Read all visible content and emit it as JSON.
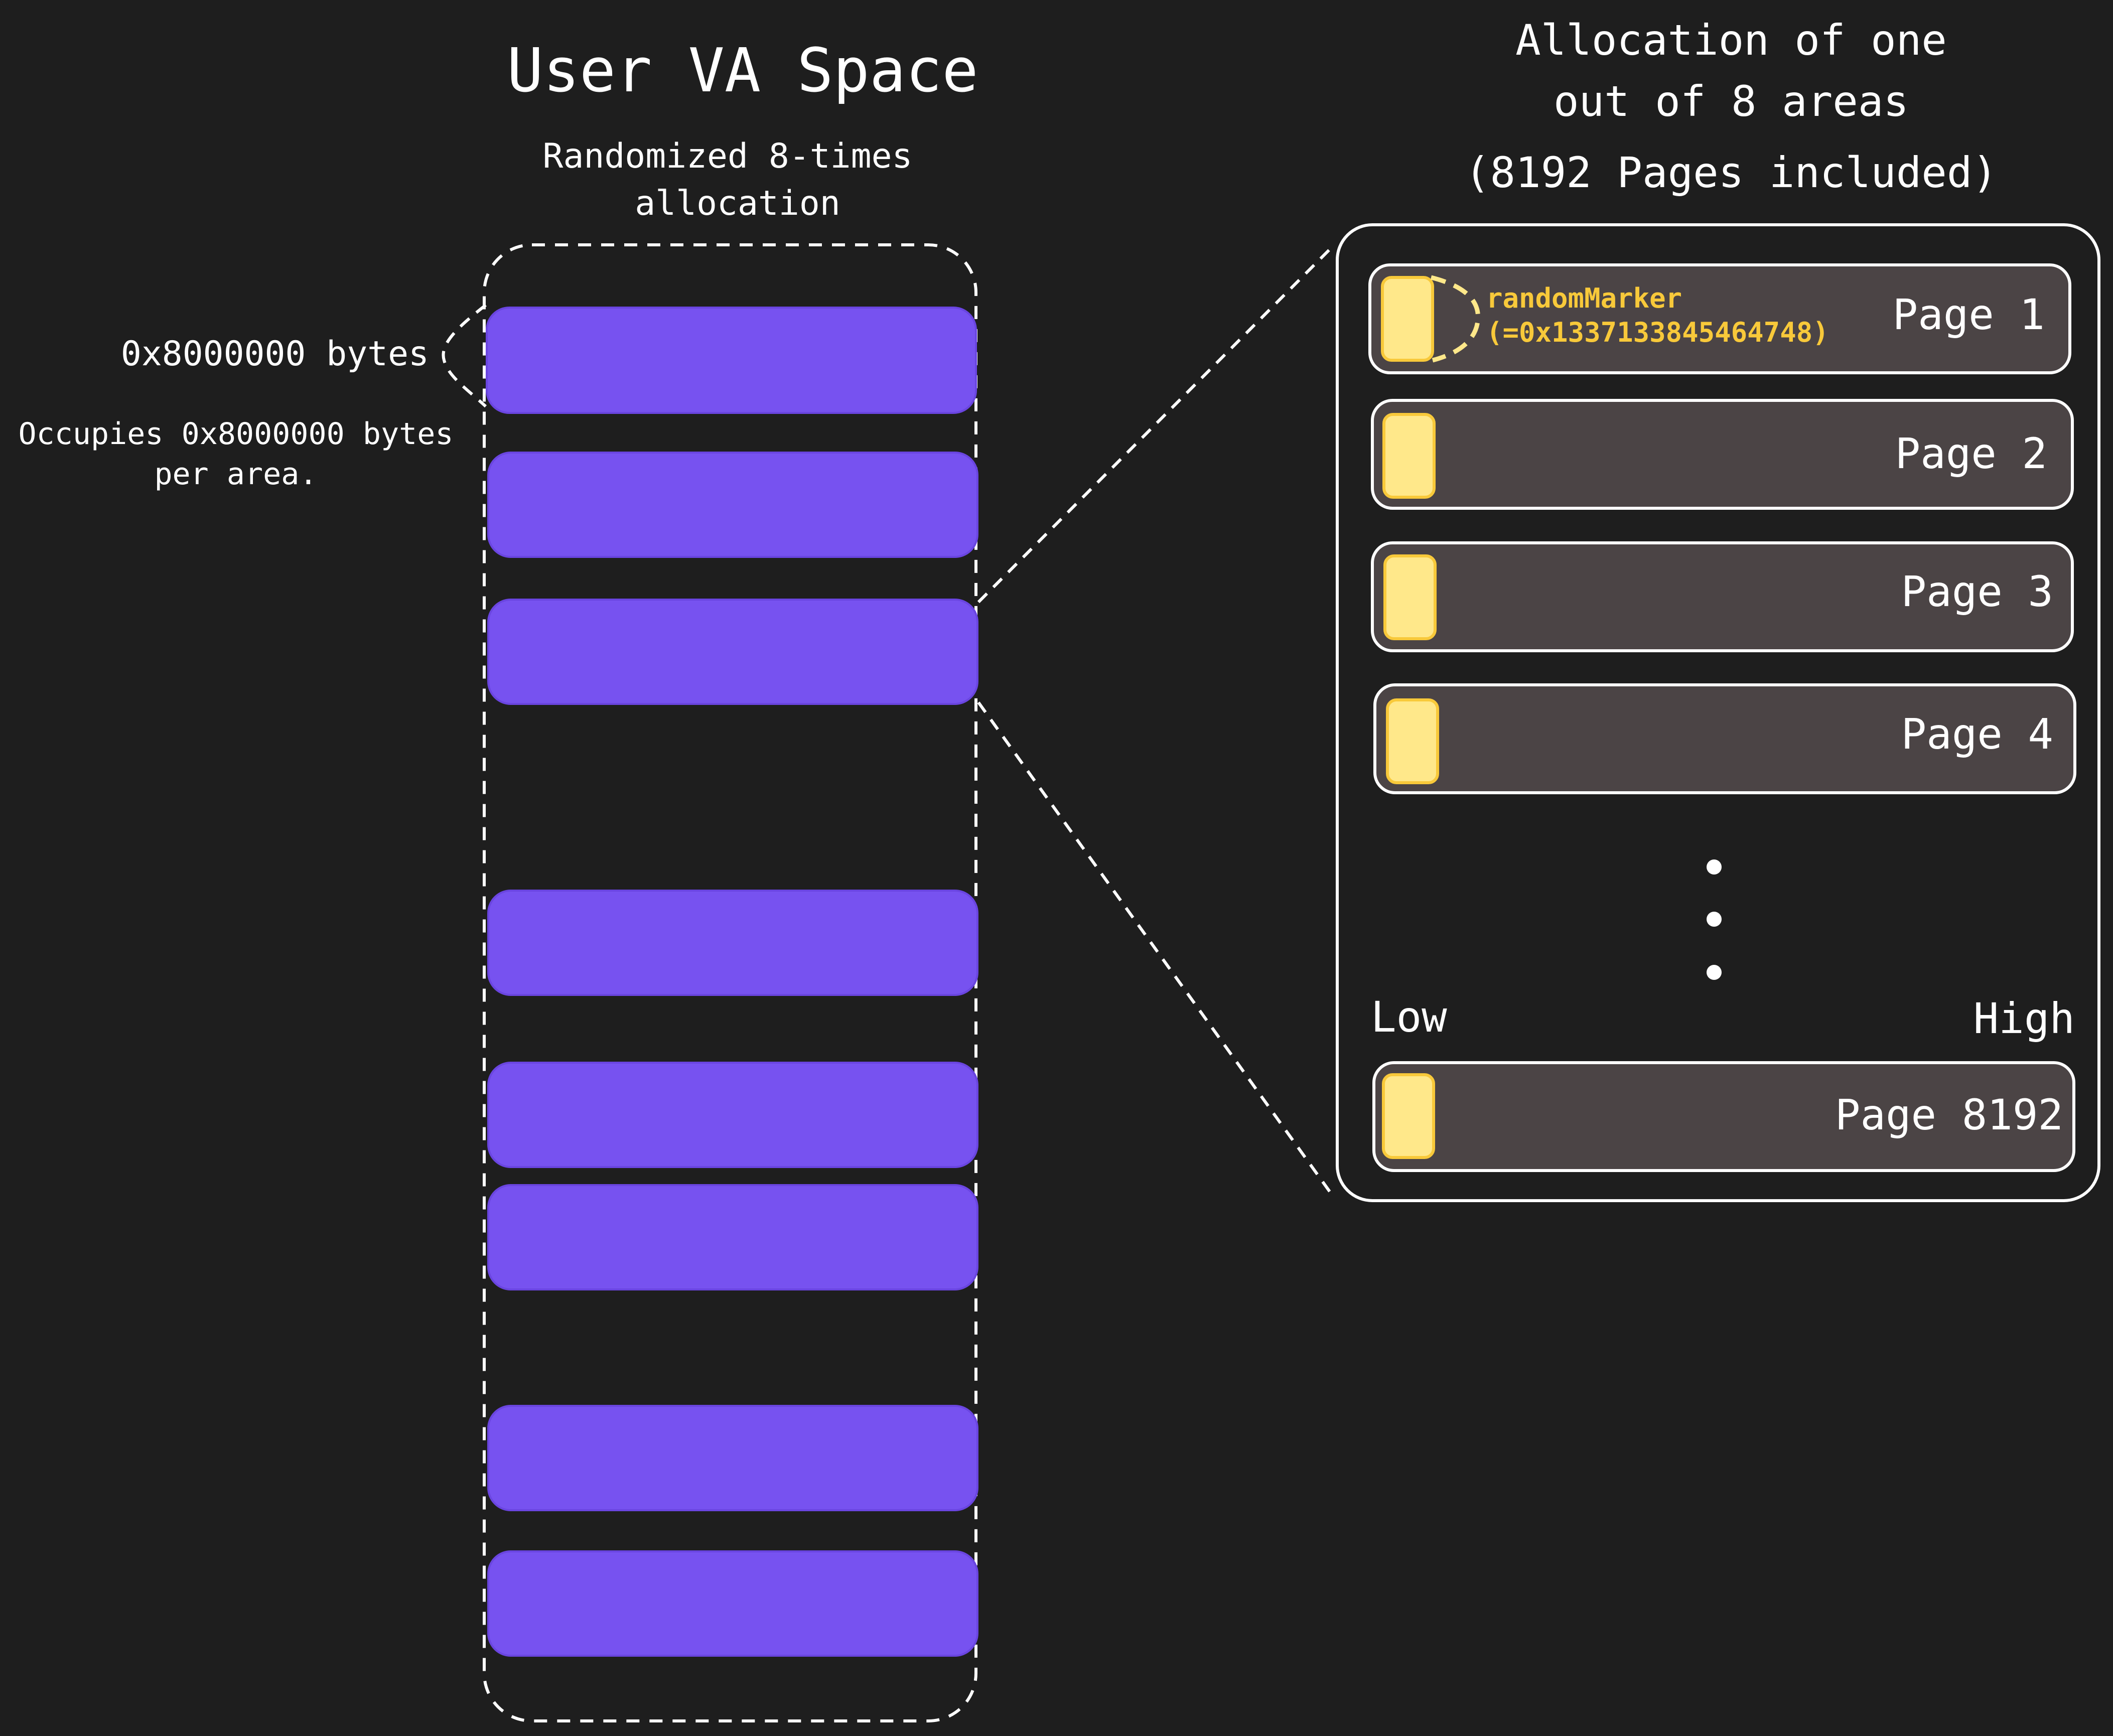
{
  "left": {
    "title": "User VA Space",
    "subtitle_line1": "Randomized 8-times",
    "subtitle_line2": "allocation",
    "size_label": "0x8000000 bytes",
    "note_line1": "Occupies 0x8000000 bytes",
    "note_line2": "per area."
  },
  "right": {
    "title_line1": "Allocation of one",
    "title_line2": "out of 8 areas",
    "title_line3": "(8192 Pages included)",
    "marker_name": "randomMarker",
    "marker_value": "(=0x1337133845464748)",
    "low_label": "Low",
    "high_label": "High",
    "pages": [
      {
        "label": "Page 1"
      },
      {
        "label": "Page 2"
      },
      {
        "label": "Page 3"
      },
      {
        "label": "Page 4"
      },
      {
        "label": "Page 8192"
      }
    ]
  },
  "colors": {
    "background": "#1e1e1e",
    "area_fill": "#7752f0",
    "page_fill": "#4b4445",
    "marker_fill": "#ffe88a",
    "marker_stroke": "#f8c93a",
    "marker_text": "#f8c93a",
    "line": "#ffffff"
  }
}
